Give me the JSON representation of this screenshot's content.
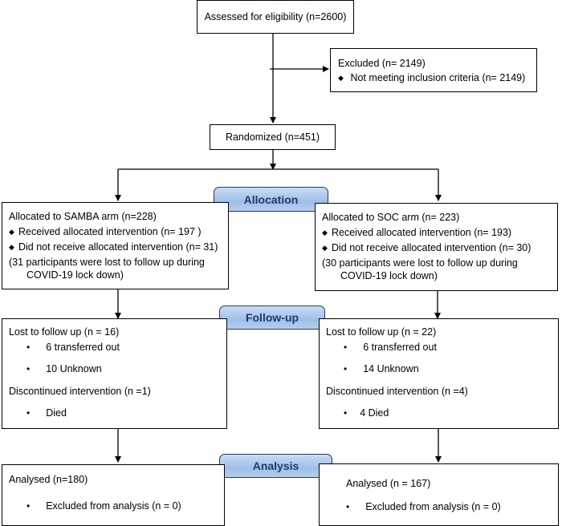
{
  "enrollment": {
    "assessed": "Assessed for eligibility (n=2600)",
    "excluded_title": "Excluded (n= 2149)",
    "excluded_reason": "Not meeting inclusion criteria (n= 2149)",
    "randomized": "Randomized (n=451)"
  },
  "phases": {
    "allocation": "Allocation",
    "followup": "Follow-up",
    "analysis": "Analysis"
  },
  "samba": {
    "alloc_title": "Allocated to SAMBA arm (n=228)",
    "received": "Received allocated intervention (n= 197 )",
    "not_received": "Did not receive allocated intervention (n= 31)",
    "note_line1": "(31 participants were lost to follow up during",
    "note_line2": "COVID-19 lock down)",
    "lost": "Lost to follow up (n = 16)",
    "lost_item1": "6 transferred out",
    "lost_item2": "10 Unknown",
    "discontinued": "Discontinued intervention (n =1)",
    "disc_item1": "Died",
    "analysed": "Analysed (n=180)",
    "excluded": "Excluded from analysis (n = 0)"
  },
  "soc": {
    "alloc_title": "Allocated to SOC arm (n= 223)",
    "received": "Received allocated intervention (n= 193)",
    "not_received": "Did not receive allocated intervention (n= 30)",
    "note_line1": "(30 participants were lost to follow up during",
    "note_line2": "COVID-19 lock down)",
    "lost": "Lost to follow up (n = 22)",
    "lost_item1": "6 transferred out",
    "lost_item2": "14 Unknown",
    "discontinued": "Discontinued intervention (n =4)",
    "disc_item1": "4 Died",
    "analysed": "Analysed (n = 167)",
    "excluded": "Excluded from analysis (n = 0)"
  }
}
